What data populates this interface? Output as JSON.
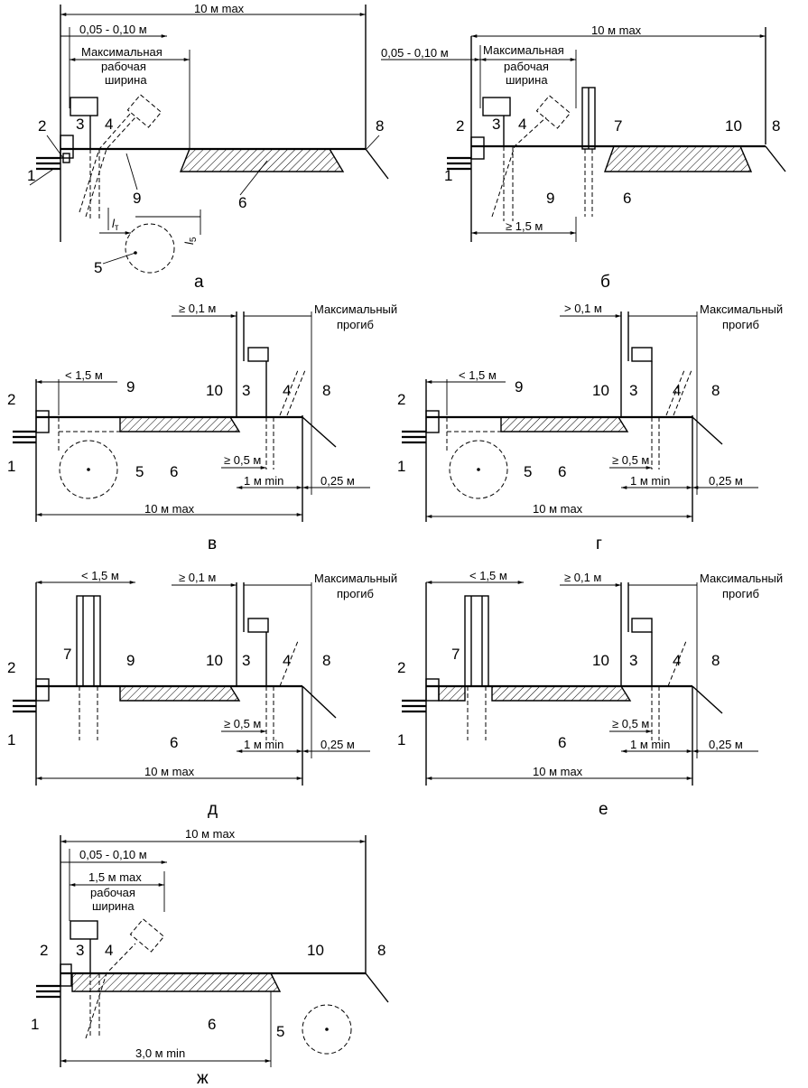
{
  "dims": {
    "ten_max": "10 м max",
    "gap_005_010": "0,05 - 0,10 м",
    "max_working_width": "Максимальная\nрабочая\nширина",
    "ge_15": "≥ 1,5 м",
    "lt_15": "< 1,5 м",
    "ge_01": "≥ 0,1 м",
    "gt_01": "> 0,1 м",
    "max_deflection": "Максимальный\nпрогиб",
    "ge_05": "≥ 0,5 м",
    "one_min": "1 м min",
    "q025": "0,25 м",
    "w15max": "1,5 м max",
    "working_width": "рабочая\nширина",
    "three_min": "3,0 м min",
    "lt": "l",
    "lt_sub": "т",
    "l5": "l",
    "l5_sub": "5"
  },
  "panel_labels": [
    "а",
    "б",
    "в",
    "г",
    "д",
    "е",
    "ж"
  ],
  "numbers": [
    "1",
    "2",
    "3",
    "4",
    "5",
    "6",
    "7",
    "8",
    "9",
    "10"
  ]
}
